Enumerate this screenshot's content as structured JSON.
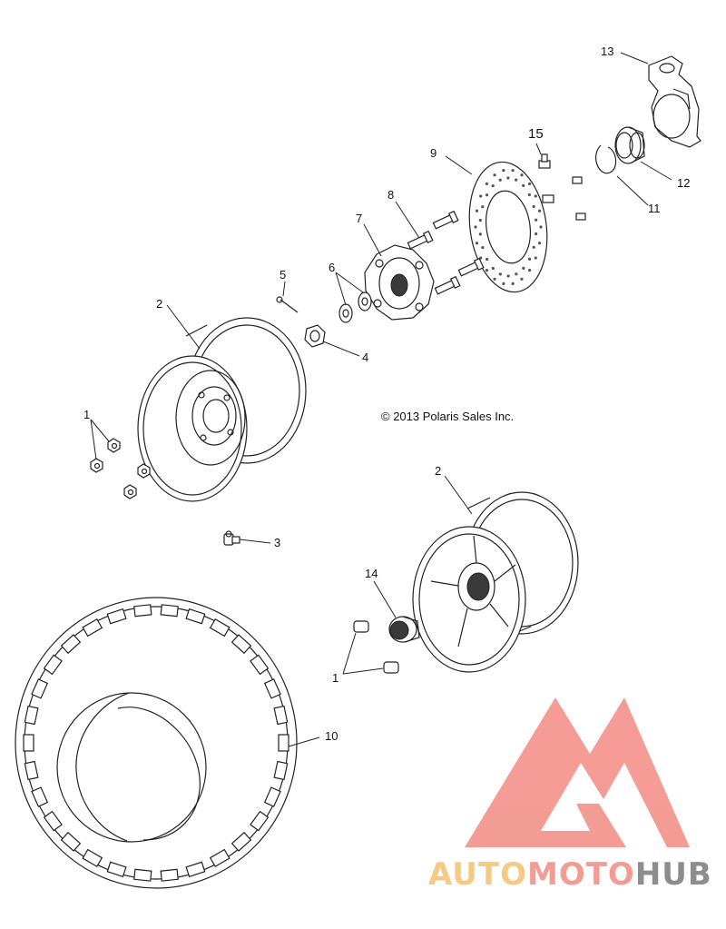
{
  "copyright": "© 2013 Polaris Sales Inc.",
  "callouts": {
    "c1a": "1",
    "c1b": "1",
    "c2a": "2",
    "c2b": "2",
    "c3": "3",
    "c4": "4",
    "c5": "5",
    "c6": "6",
    "c7": "7",
    "c8": "8",
    "c9": "9",
    "c10": "10",
    "c11": "11",
    "c12": "12",
    "c13": "13",
    "c14": "14",
    "c15": "15"
  },
  "watermark": {
    "part1": "AUTO",
    "part2": "MOTO",
    "part3": "HUB",
    "colors": {
      "auto": "#f6c16e",
      "moto": "#f28b82",
      "hub": "#7a7a7a",
      "logo": "#f28b82"
    }
  }
}
